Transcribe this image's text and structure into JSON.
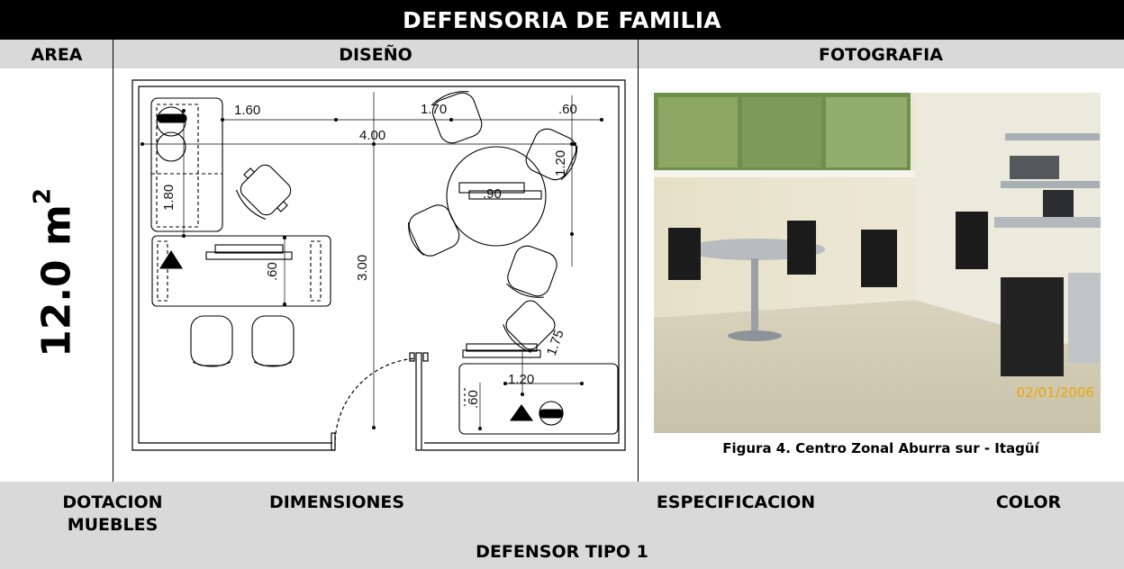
{
  "header": {
    "title": "DEFENSORIA DE FAMILIA"
  },
  "columns": {
    "area": "AREA",
    "design": "DISEÑO",
    "photo": "FOTOGRAFIA"
  },
  "area_value": {
    "number": "12.0 m",
    "exponent": "2"
  },
  "plan": {
    "dimensions": {
      "d1": "1.60",
      "d2": "1.70",
      "d3": ".60",
      "d4": "4.00",
      "d5": "1.20",
      "d6": ".90",
      "d7": "1.80",
      "d8": ".60",
      "d9": "3.00",
      "d10": "1.75",
      "d11": "1.20",
      "d12": ".60"
    }
  },
  "photo": {
    "date_stamp": "02/01/2006",
    "caption": "Figura 4. Centro Zonal Aburra sur - Itagüí"
  },
  "footer": {
    "col1_line1": "DOTACION",
    "col1_line2": "MUEBLES",
    "col2": "DIMENSIONES",
    "col3": "ESPECIFICACION",
    "col4": "COLOR",
    "subtitle": "DEFENSOR TIPO 1"
  }
}
